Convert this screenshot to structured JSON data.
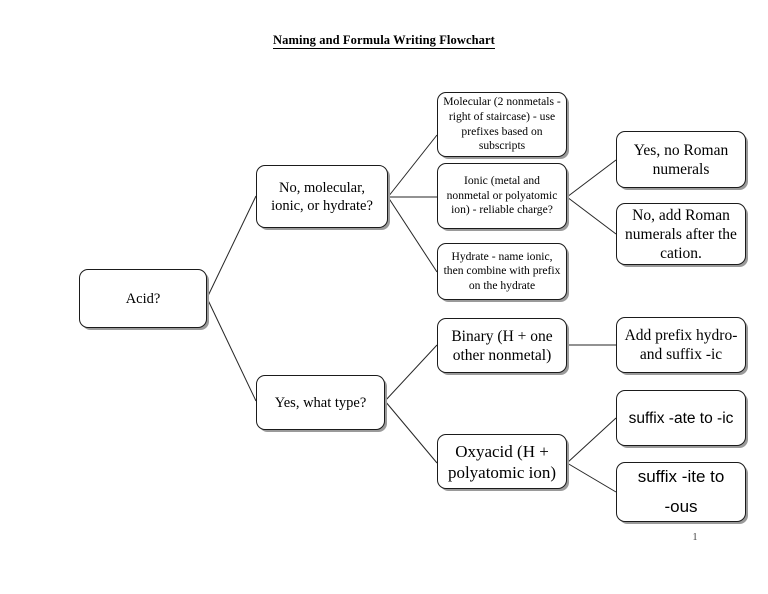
{
  "document": {
    "title": "Naming and Formula Writing Flowchart",
    "page_number": "1"
  },
  "flowchart": {
    "type": "decision-tree",
    "orientation": "left-to-right",
    "nodes": [
      {
        "id": "acid",
        "label": "Acid?"
      },
      {
        "id": "no_branch",
        "label": "No, molecular, ionic, or hydrate?"
      },
      {
        "id": "yes_branch",
        "label": "Yes, what type?"
      },
      {
        "id": "molecular",
        "label": "Molecular (2 nonmetals - right of staircase) - use prefixes based on subscripts"
      },
      {
        "id": "ionic",
        "label": "Ionic (metal and nonmetal or polyatomic ion) - reliable charge?"
      },
      {
        "id": "hydrate",
        "label": "Hydrate - name ionic, then combine with prefix on the hydrate"
      },
      {
        "id": "roman_yes",
        "label": "Yes, no Roman numerals"
      },
      {
        "id": "roman_no",
        "label": "No, add Roman numerals after the cation."
      },
      {
        "id": "binary",
        "label": "Binary (H + one other nonmetal)"
      },
      {
        "id": "oxyacid",
        "label": "Oxyacid (H + polyatomic ion)"
      },
      {
        "id": "hydro_ic",
        "label": "Add prefix hydro- and suffix -ic"
      },
      {
        "id": "ate_ic",
        "label": "suffix -ate to -ic"
      },
      {
        "id": "ite_ous_1",
        "label": "suffix -ite to"
      },
      {
        "id": "ite_ous_2",
        "label": "-ous"
      }
    ],
    "edges": [
      {
        "from": "acid",
        "to": "no_branch"
      },
      {
        "from": "acid",
        "to": "yes_branch"
      },
      {
        "from": "no_branch",
        "to": "molecular"
      },
      {
        "from": "no_branch",
        "to": "ionic"
      },
      {
        "from": "no_branch",
        "to": "hydrate"
      },
      {
        "from": "ionic",
        "to": "roman_yes"
      },
      {
        "from": "ionic",
        "to": "roman_no"
      },
      {
        "from": "yes_branch",
        "to": "binary"
      },
      {
        "from": "yes_branch",
        "to": "oxyacid"
      },
      {
        "from": "binary",
        "to": "hydro_ic"
      },
      {
        "from": "oxyacid",
        "to": "ate_ic"
      },
      {
        "from": "oxyacid",
        "to": "ite_ous_1"
      }
    ]
  },
  "colors": {
    "page_background": "#ffffff",
    "node_border": "#1b1b1b",
    "node_fill": "#ffffff",
    "node_shadow": "#9a9a9a",
    "text": "#000000",
    "connector": "#262626"
  }
}
